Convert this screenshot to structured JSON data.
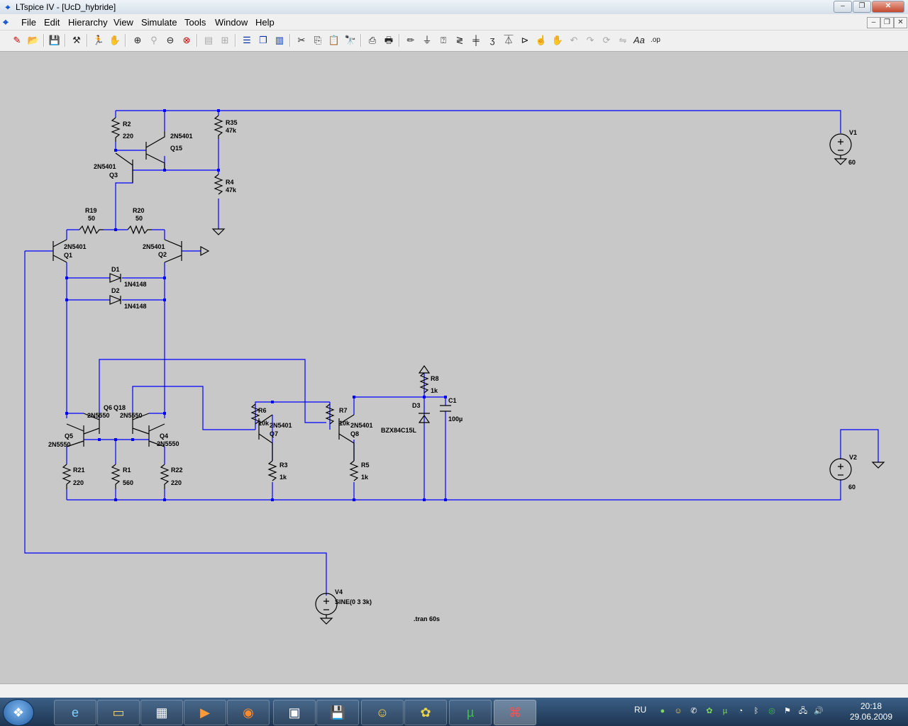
{
  "window": {
    "title": "LTspice IV - [UcD_hybride]"
  },
  "menu": [
    "File",
    "Edit",
    "Hierarchy",
    "View",
    "Simulate",
    "Tools",
    "Window",
    "Help"
  ],
  "toolbar_icons": [
    "new-schematic",
    "open",
    "save",
    "control-panel",
    "run",
    "halt",
    "zoom-in",
    "pan",
    "zoom-out",
    "zoom-cancel",
    "autoscale",
    "waveform",
    "tile-horizontal",
    "cascade",
    "tile-vertical",
    "cut",
    "copy",
    "paste",
    "find",
    "print-setup",
    "print",
    "wire",
    "ground",
    "label-net",
    "resistor",
    "capacitor",
    "inductor",
    "diode",
    "component",
    "move",
    "drag",
    "undo",
    "redo",
    "rotate",
    "mirror",
    "text",
    "spice-directive"
  ],
  "schematic": {
    "components": {
      "R2": {
        "name": "R2",
        "value": "220"
      },
      "Q15": {
        "name": "Q15",
        "value": "2N5401"
      },
      "R35": {
        "name": "R35",
        "value": "47k"
      },
      "R4": {
        "name": "R4",
        "value": "47k"
      },
      "Q3": {
        "name": "Q3",
        "value": "2N5401"
      },
      "R19": {
        "name": "R19",
        "value": "50"
      },
      "R20": {
        "name": "R20",
        "value": "50"
      },
      "Q1": {
        "name": "Q1",
        "value": "2N5401"
      },
      "Q2": {
        "name": "Q2",
        "value": "2N5401"
      },
      "D1": {
        "name": "D1",
        "value": "1N4148"
      },
      "D2": {
        "name": "D2",
        "value": "1N4148"
      },
      "Q6": {
        "name": "Q6",
        "value": "2N5550"
      },
      "Q18": {
        "name": "Q18",
        "value": "2N5550"
      },
      "Q5": {
        "name": "Q5",
        "value": "2N5550"
      },
      "Q4": {
        "name": "Q4",
        "value": "2N5550"
      },
      "R21": {
        "name": "R21",
        "value": "220"
      },
      "R1": {
        "name": "R1",
        "value": "560"
      },
      "R22": {
        "name": "R22",
        "value": "220"
      },
      "R6": {
        "name": "R6",
        "value": "10k"
      },
      "Q7": {
        "name": "Q7",
        "value": "2N5401"
      },
      "R3": {
        "name": "R3",
        "value": "1k"
      },
      "R7": {
        "name": "R7",
        "value": "10k"
      },
      "Q8": {
        "name": "Q8",
        "value": "2N5401"
      },
      "R5": {
        "name": "R5",
        "value": "1k"
      },
      "R8": {
        "name": "R8",
        "value": "1k"
      },
      "C1": {
        "name": "C1",
        "value": "100µ"
      },
      "D3": {
        "name": "D3",
        "value": "BZX84C15L"
      },
      "V1": {
        "name": "V1",
        "value": "60"
      },
      "V2": {
        "name": "V2",
        "value": "60"
      },
      "V4": {
        "name": "V4",
        "value": "SINE(0 3 3k)"
      }
    },
    "directive": ".tran 60s",
    "wire_color": "#0000ff",
    "background": "#c8c8c8"
  },
  "taskbar": {
    "apps": [
      "ie-icon",
      "explorer-icon",
      "calculator-icon",
      "media-player-icon",
      "firefox-icon",
      "computer-icon",
      "save-icon",
      "yahoo-icon",
      "qip-icon",
      "utorrent-icon",
      "ltspice-icon"
    ],
    "language": "RU",
    "time": "20:18",
    "date": "29.06.2009"
  }
}
